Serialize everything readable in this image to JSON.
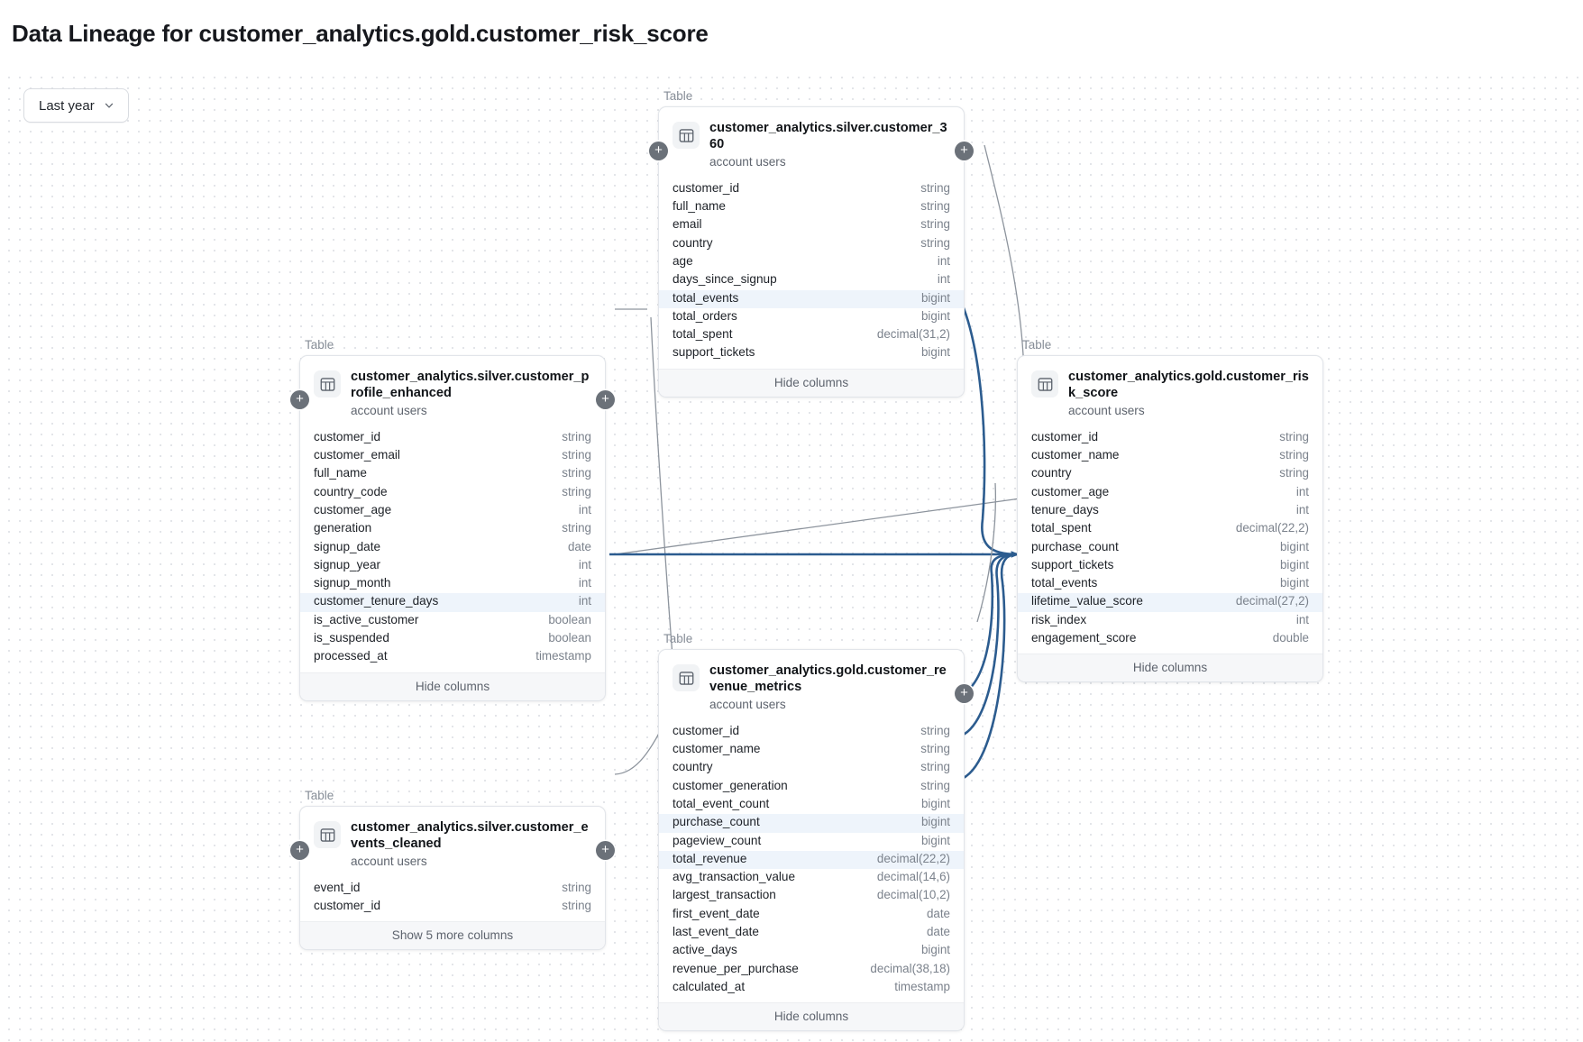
{
  "page": {
    "title": "Data Lineage for customer_analytics.gold.customer_risk_score"
  },
  "toolbar": {
    "range_label": "Last year",
    "chevron_icon": "chevron-down-icon"
  },
  "labels": {
    "kind": "Table",
    "hide_columns": "Hide columns",
    "expand_handle": "+"
  },
  "colors": {
    "edge_thin": "#8d949d",
    "edge_thick": "#2c5c8f",
    "row_highlight": "#eef4fb",
    "handle": "#6b7179",
    "canvas_dot": "#e3e5e9"
  },
  "nodes": [
    {
      "id": "customer_360",
      "kind": "Table",
      "title": "customer_analytics.silver.customer_360",
      "subtitle": "account users",
      "footer": "Hide columns",
      "columns": [
        {
          "name": "customer_id",
          "type": "string",
          "highlight": false
        },
        {
          "name": "full_name",
          "type": "string",
          "highlight": false
        },
        {
          "name": "email",
          "type": "string",
          "highlight": false
        },
        {
          "name": "country",
          "type": "string",
          "highlight": false
        },
        {
          "name": "age",
          "type": "int",
          "highlight": false
        },
        {
          "name": "days_since_signup",
          "type": "int",
          "highlight": false
        },
        {
          "name": "total_events",
          "type": "bigint",
          "highlight": true
        },
        {
          "name": "total_orders",
          "type": "bigint",
          "highlight": false
        },
        {
          "name": "total_spent",
          "type": "decimal(31,2)",
          "highlight": false
        },
        {
          "name": "support_tickets",
          "type": "bigint",
          "highlight": false
        }
      ]
    },
    {
      "id": "customer_profile_enhanced",
      "kind": "Table",
      "title": "customer_analytics.silver.customer_profile_enhanced",
      "subtitle": "account users",
      "footer": "Hide columns",
      "columns": [
        {
          "name": "customer_id",
          "type": "string",
          "highlight": false
        },
        {
          "name": "customer_email",
          "type": "string",
          "highlight": false
        },
        {
          "name": "full_name",
          "type": "string",
          "highlight": false
        },
        {
          "name": "country_code",
          "type": "string",
          "highlight": false
        },
        {
          "name": "customer_age",
          "type": "int",
          "highlight": false
        },
        {
          "name": "generation",
          "type": "string",
          "highlight": false
        },
        {
          "name": "signup_date",
          "type": "date",
          "highlight": false
        },
        {
          "name": "signup_year",
          "type": "int",
          "highlight": false
        },
        {
          "name": "signup_month",
          "type": "int",
          "highlight": false
        },
        {
          "name": "customer_tenure_days",
          "type": "int",
          "highlight": true
        },
        {
          "name": "is_active_customer",
          "type": "boolean",
          "highlight": false
        },
        {
          "name": "is_suspended",
          "type": "boolean",
          "highlight": false
        },
        {
          "name": "processed_at",
          "type": "timestamp",
          "highlight": false
        }
      ]
    },
    {
      "id": "customer_events_cleaned",
      "kind": "Table",
      "title": "customer_analytics.silver.customer_events_cleaned",
      "subtitle": "account users",
      "footer": "Show 5 more columns",
      "columns": [
        {
          "name": "event_id",
          "type": "string",
          "highlight": false
        },
        {
          "name": "customer_id",
          "type": "string",
          "highlight": false
        }
      ]
    },
    {
      "id": "customer_revenue_metrics",
      "kind": "Table",
      "title": "customer_analytics.gold.customer_revenue_metrics",
      "subtitle": "account users",
      "footer": "Hide columns",
      "columns": [
        {
          "name": "customer_id",
          "type": "string",
          "highlight": false
        },
        {
          "name": "customer_name",
          "type": "string",
          "highlight": false
        },
        {
          "name": "country",
          "type": "string",
          "highlight": false
        },
        {
          "name": "customer_generation",
          "type": "string",
          "highlight": false
        },
        {
          "name": "total_event_count",
          "type": "bigint",
          "highlight": false
        },
        {
          "name": "purchase_count",
          "type": "bigint",
          "highlight": true
        },
        {
          "name": "pageview_count",
          "type": "bigint",
          "highlight": false
        },
        {
          "name": "total_revenue",
          "type": "decimal(22,2)",
          "highlight": true
        },
        {
          "name": "avg_transaction_value",
          "type": "decimal(14,6)",
          "highlight": false
        },
        {
          "name": "largest_transaction",
          "type": "decimal(10,2)",
          "highlight": false
        },
        {
          "name": "first_event_date",
          "type": "date",
          "highlight": false
        },
        {
          "name": "last_event_date",
          "type": "date",
          "highlight": false
        },
        {
          "name": "active_days",
          "type": "bigint",
          "highlight": false
        },
        {
          "name": "revenue_per_purchase",
          "type": "decimal(38,18)",
          "highlight": false
        },
        {
          "name": "calculated_at",
          "type": "timestamp",
          "highlight": false
        }
      ]
    },
    {
      "id": "customer_risk_score",
      "kind": "Table",
      "title": "customer_analytics.gold.customer_risk_score",
      "subtitle": "account users",
      "footer": "Hide columns",
      "columns": [
        {
          "name": "customer_id",
          "type": "string",
          "highlight": false
        },
        {
          "name": "customer_name",
          "type": "string",
          "highlight": false
        },
        {
          "name": "country",
          "type": "string",
          "highlight": false
        },
        {
          "name": "customer_age",
          "type": "int",
          "highlight": false
        },
        {
          "name": "tenure_days",
          "type": "int",
          "highlight": false
        },
        {
          "name": "total_spent",
          "type": "decimal(22,2)",
          "highlight": false
        },
        {
          "name": "purchase_count",
          "type": "bigint",
          "highlight": false
        },
        {
          "name": "support_tickets",
          "type": "bigint",
          "highlight": false
        },
        {
          "name": "total_events",
          "type": "bigint",
          "highlight": false
        },
        {
          "name": "lifetime_value_score",
          "type": "decimal(27,2)",
          "highlight": true
        },
        {
          "name": "risk_index",
          "type": "int",
          "highlight": false
        },
        {
          "name": "engagement_score",
          "type": "double",
          "highlight": false
        }
      ]
    }
  ]
}
